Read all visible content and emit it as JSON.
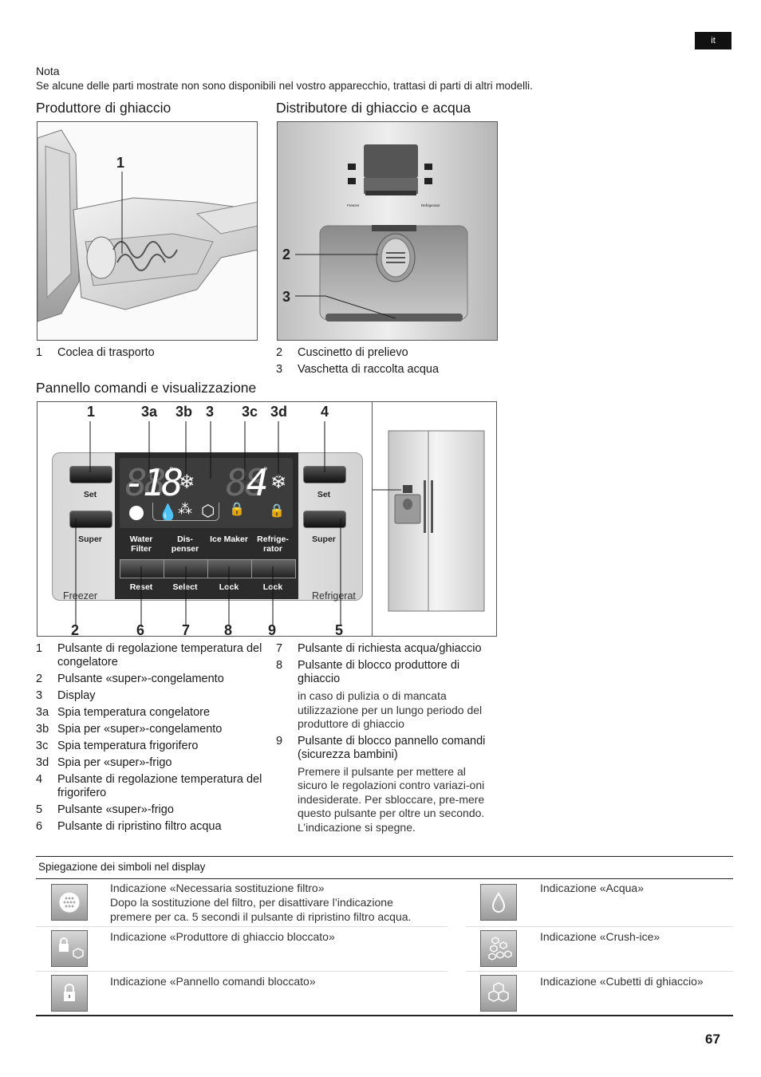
{
  "language_tag": "it",
  "note": {
    "title": "Nota",
    "text": "Se alcune delle parti mostrate non sono disponibili nel vostro apparecchio, trattasi di parti di altri modelli."
  },
  "sections": {
    "ice_maker": {
      "title": "Produttore di ghiaccio",
      "callouts": [
        "1"
      ],
      "captions": [
        {
          "num": "1",
          "text": "Coclea di trasporto"
        }
      ]
    },
    "dispenser": {
      "title": "Distributore di ghiaccio e acqua",
      "callouts": [
        "2",
        "3"
      ],
      "panel_labels": {
        "freezer": "Freezer",
        "refrigerator": "Refrigerator"
      },
      "captions": [
        {
          "num": "2",
          "text": "Cuscinetto di prelievo"
        },
        {
          "num": "3",
          "text": "Vaschetta di raccolta acqua"
        }
      ]
    },
    "control_panel": {
      "title": "Pannello comandi e visualizzazione",
      "top_callouts": [
        "1",
        "3a",
        "3b",
        "3",
        "3c",
        "3d",
        "4"
      ],
      "bottom_callouts": [
        "2",
        "6",
        "7",
        "8",
        "9",
        "5"
      ],
      "display": {
        "freezer_temp": "-18",
        "fridge_temp": "4",
        "degree": "°",
        "ghost": "88"
      },
      "keys": {
        "set_left": "Set",
        "super_left": "Super",
        "set_right": "Set",
        "super_right": "Super"
      },
      "function_labels": [
        "Water Filter",
        "Dis-penser",
        "Ice Maker",
        "Refrige-rator"
      ],
      "button_labels": [
        "Reset",
        "Select",
        "Lock",
        "Lock"
      ],
      "zone_labels": {
        "freezer": "Freezer",
        "refrigerator": "Refrigerat"
      }
    }
  },
  "legend_left": [
    {
      "num": "1",
      "text": "Pulsante di regolazione temperatura del congelatore"
    },
    {
      "num": "2",
      "text": "Pulsante «super»-congelamento"
    },
    {
      "num": "3",
      "text": "Display"
    },
    {
      "num": "3a",
      "text": "Spia temperatura congelatore"
    },
    {
      "num": "3b",
      "text": "Spia per «super»-congelamento"
    },
    {
      "num": "3c",
      "text": "Spia temperatura frigorifero"
    },
    {
      "num": "3d",
      "text": "Spia per «super»-frigo"
    },
    {
      "num": "4",
      "text": "Pulsante di regolazione temperatura del frigorifero"
    },
    {
      "num": "5",
      "text": "Pulsante «super»-frigo"
    },
    {
      "num": "6",
      "text": "Pulsante di ripristino filtro acqua"
    }
  ],
  "legend_right": [
    {
      "num": "7",
      "text": "Pulsante di richiesta acqua/ghiaccio",
      "sub": ""
    },
    {
      "num": "8",
      "text": "Pulsante di blocco produttore di ghiaccio",
      "sub": "in caso di pulizia o di mancata utilizzazione per un lungo periodo del produttore di ghiaccio"
    },
    {
      "num": "9",
      "text": "Pulsante di blocco pannello comandi (sicurezza bambini)",
      "sub": "Premere il pulsante per mettere al sicuro le regolazioni contro variazi-oni indesiderate. Per sbloccare, pre-mere questo pulsante per oltre un secondo. L’indicazione si spegne."
    }
  ],
  "symbols": {
    "title": "Spiegazione dei simboli nel display",
    "rows": [
      {
        "left": {
          "icon": "filter-icon",
          "lines": [
            "Indicazione «Necessaria sostituzione filtro»",
            "Dopo la sostituzione del filtro, per disattivare l’indicazione",
            "premere per ca. 5 secondi il pulsante di ripristino filtro acqua."
          ]
        },
        "right": {
          "icon": "water-drop-icon",
          "lines": [
            "Indicazione «Acqua»"
          ]
        }
      },
      {
        "left": {
          "icon": "ice-maker-lock-icon",
          "lines": [
            "Indicazione «Produttore di ghiaccio bloccato»"
          ]
        },
        "right": {
          "icon": "crushed-ice-icon",
          "lines": [
            "Indicazione «Crush-ice»"
          ]
        }
      },
      {
        "left": {
          "icon": "panel-lock-icon",
          "lines": [
            "Indicazione «Pannello comandi bloccato»"
          ]
        },
        "right": {
          "icon": "ice-cubes-icon",
          "lines": [
            "Indicazione «Cubetti di ghiaccio»"
          ]
        }
      }
    ]
  },
  "page_number": "67"
}
